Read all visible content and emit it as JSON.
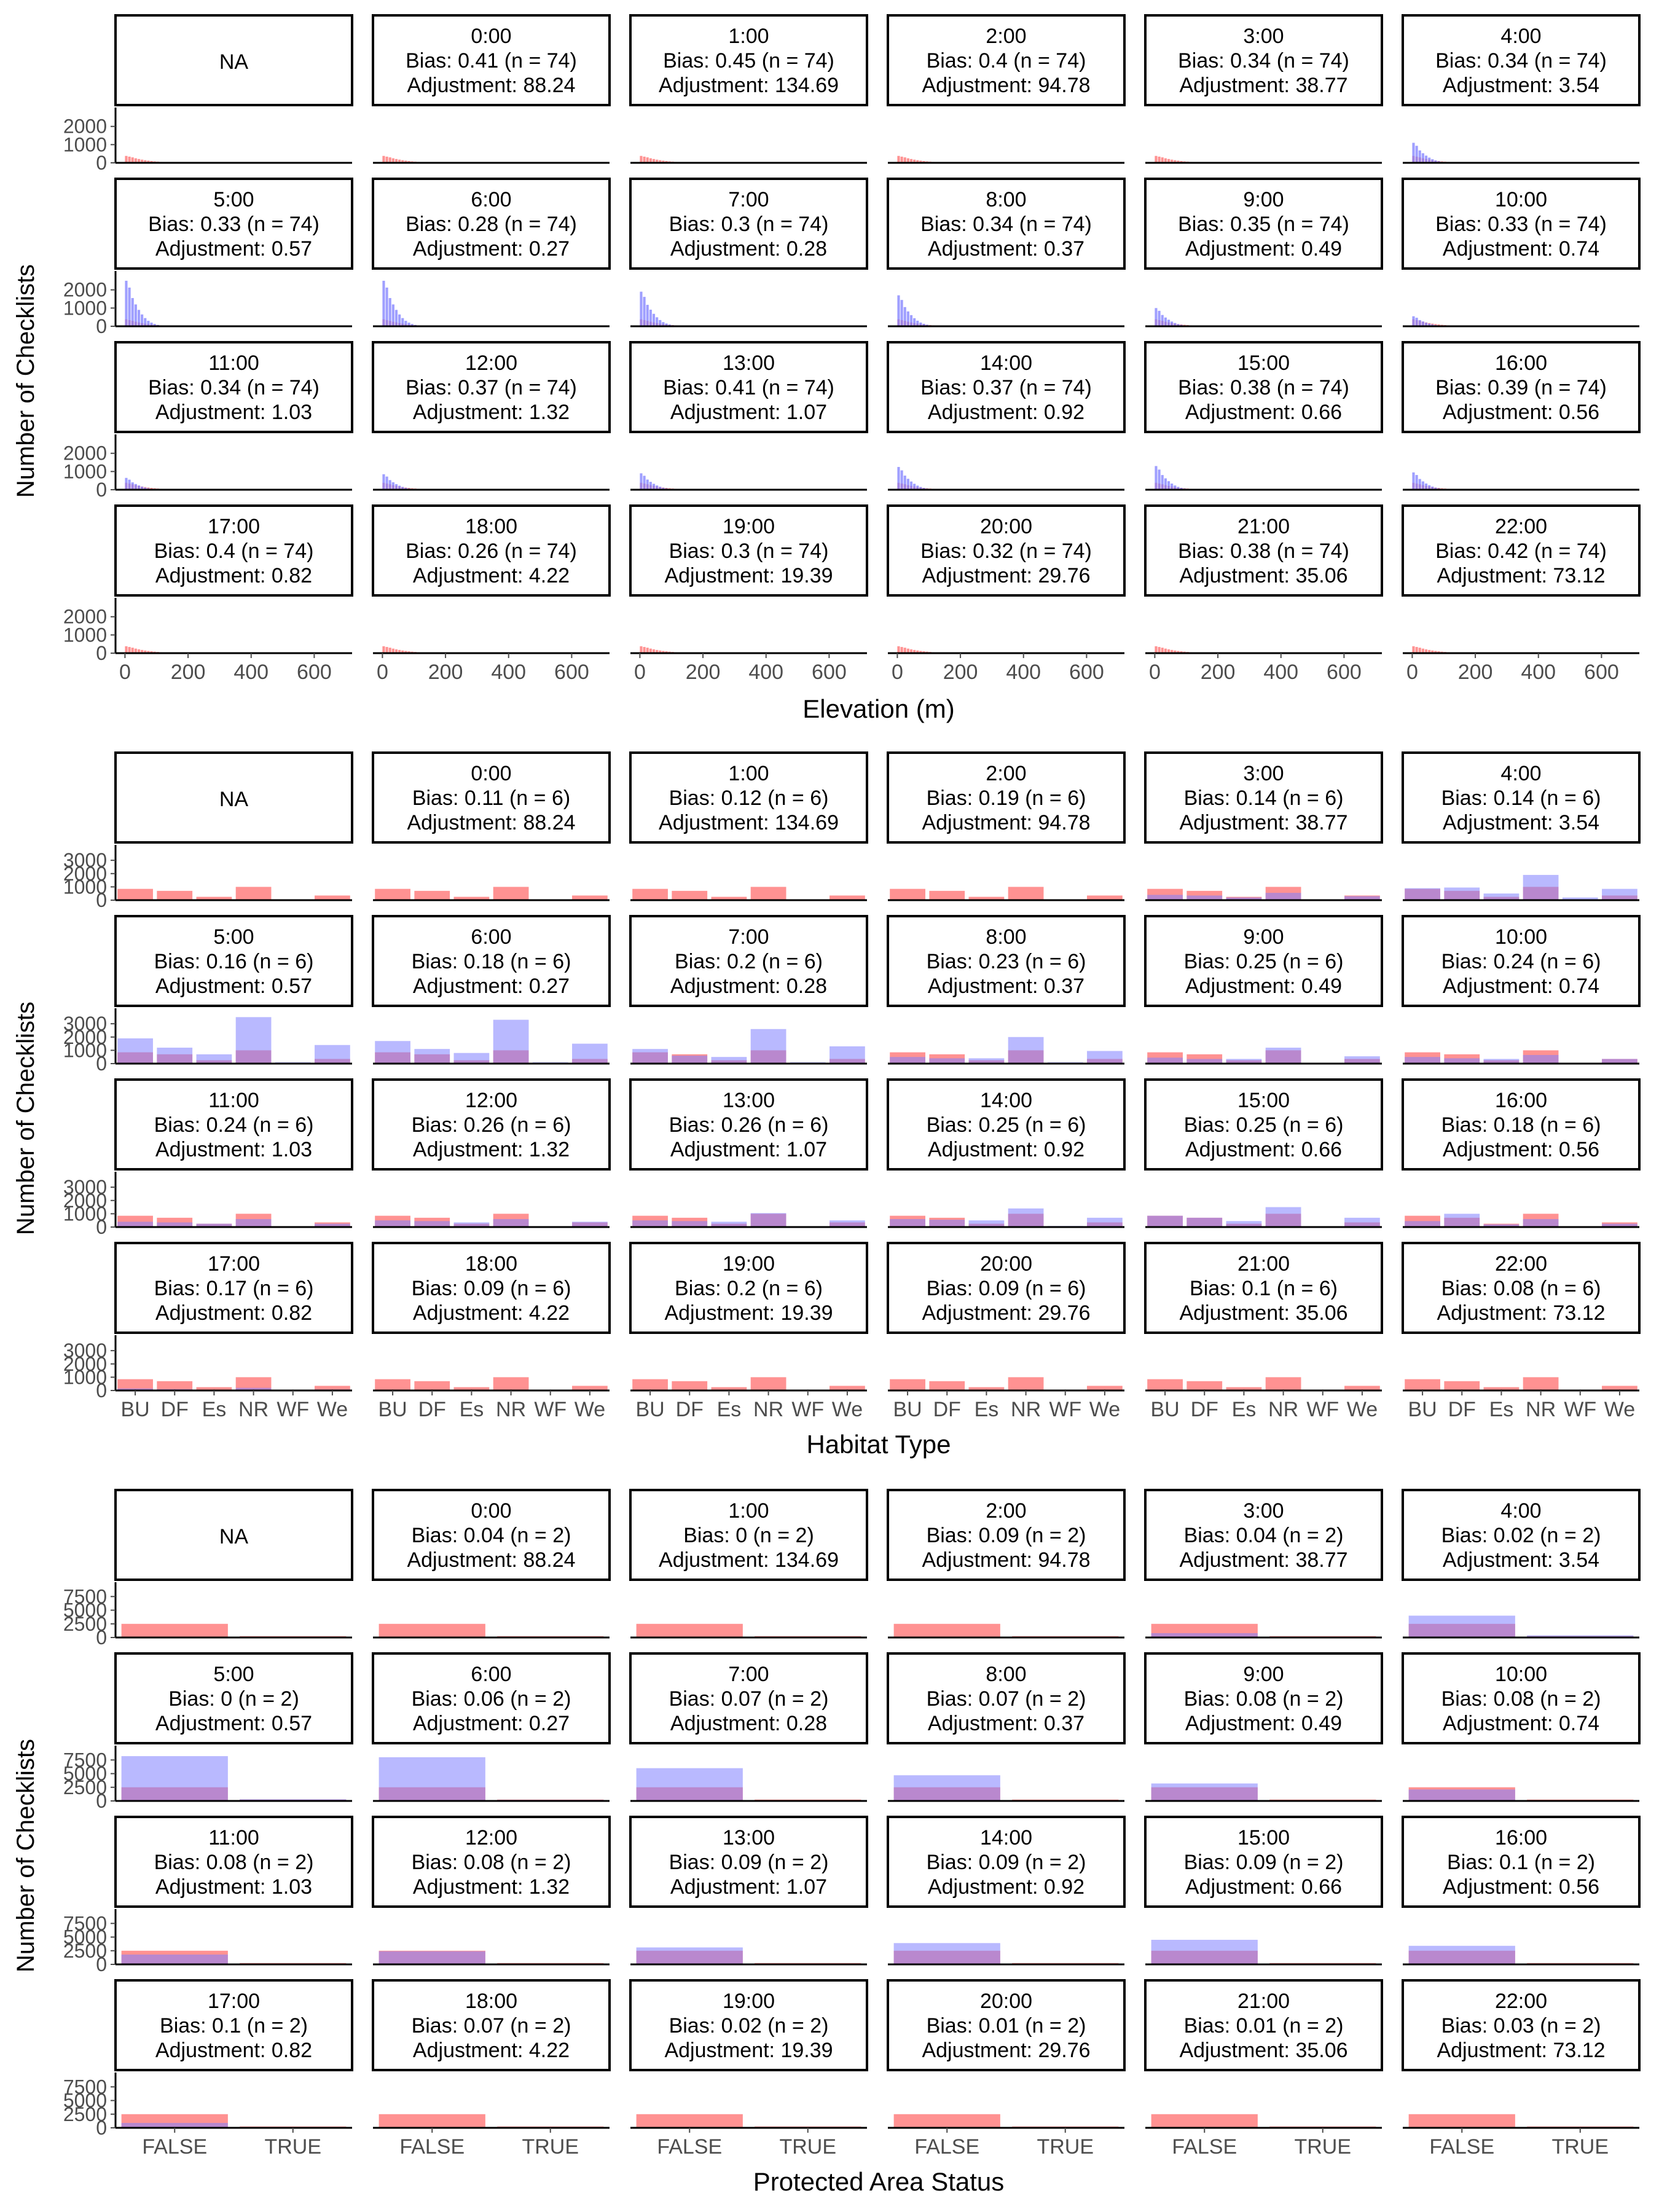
{
  "panel_titles": {
    "hours": [
      "NA",
      "0:00",
      "1:00",
      "2:00",
      "3:00",
      "4:00",
      "5:00",
      "6:00",
      "7:00",
      "8:00",
      "9:00",
      "10:00",
      "11:00",
      "12:00",
      "13:00",
      "14:00",
      "15:00",
      "16:00",
      "17:00",
      "18:00",
      "19:00",
      "20:00",
      "21:00",
      "22:00"
    ],
    "adjustments": [
      "",
      "Adjustment: 88.24",
      "Adjustment: 134.69",
      "Adjustment: 94.78",
      "Adjustment: 38.77",
      "Adjustment: 3.54",
      "Adjustment: 0.57",
      "Adjustment: 0.27",
      "Adjustment: 0.28",
      "Adjustment: 0.37",
      "Adjustment: 0.49",
      "Adjustment: 0.74",
      "Adjustment: 1.03",
      "Adjustment: 1.32",
      "Adjustment: 1.07",
      "Adjustment: 0.92",
      "Adjustment: 0.66",
      "Adjustment: 0.56",
      "Adjustment: 0.82",
      "Adjustment: 4.22",
      "Adjustment: 19.39",
      "Adjustment: 29.76",
      "Adjustment: 35.06",
      "Adjustment: 73.12"
    ]
  },
  "colors": {
    "reference": "#FF7F7F",
    "observed": "#7F7FFF",
    "frame": "#000000",
    "axis_text": "#4D4D4D",
    "title_text": "#000000"
  },
  "chart_data": [
    {
      "type": "bar",
      "subtype": "histogram",
      "xlabel": "Elevation (m)",
      "ylabel": "Number of Checklists",
      "ylim": [
        0,
        2700
      ],
      "yticks": [
        "0",
        "1000",
        "2000"
      ],
      "xticks": [
        "0",
        "200",
        "400",
        "600"
      ],
      "xlim": [
        -30,
        720
      ],
      "bias_labels": [
        "",
        "Bias: 0.41 (n = 74)",
        "Bias: 0.45 (n = 74)",
        "Bias: 0.4 (n = 74)",
        "Bias: 0.34 (n = 74)",
        "Bias: 0.34 (n = 74)",
        "Bias: 0.33 (n = 74)",
        "Bias: 0.28 (n = 74)",
        "Bias: 0.3 (n = 74)",
        "Bias: 0.34 (n = 74)",
        "Bias: 0.35 (n = 74)",
        "Bias: 0.33 (n = 74)",
        "Bias: 0.34 (n = 74)",
        "Bias: 0.37 (n = 74)",
        "Bias: 0.41 (n = 74)",
        "Bias: 0.37 (n = 74)",
        "Bias: 0.38 (n = 74)",
        "Bias: 0.39 (n = 74)",
        "Bias: 0.4 (n = 74)",
        "Bias: 0.26 (n = 74)",
        "Bias: 0.3 (n = 74)",
        "Bias: 0.32 (n = 74)",
        "Bias: 0.38 (n = 74)",
        "Bias: 0.42 (n = 74)"
      ],
      "bin_width": 10,
      "reference": [
        380,
        340,
        300,
        250,
        210,
        175,
        145,
        120,
        100,
        80,
        65,
        52,
        42,
        34,
        28,
        22,
        18,
        14,
        11,
        9,
        7,
        5,
        4,
        3,
        2,
        2,
        1,
        1
      ],
      "observed_peak": [
        0,
        0,
        0,
        0,
        0,
        1100,
        2500,
        2500,
        1900,
        1700,
        1000,
        550,
        650,
        850,
        900,
        1250,
        1300,
        950,
        0,
        0,
        0,
        0,
        0,
        0
      ]
    },
    {
      "type": "bar",
      "xlabel": "Habitat Type",
      "ylabel": "Number of Checklists",
      "ylim": [
        0,
        3700
      ],
      "yticks": [
        "0",
        "1000",
        "2000",
        "3000"
      ],
      "categories": [
        "BU",
        "DF",
        "Es",
        "NR",
        "WF",
        "We"
      ],
      "bias_labels": [
        "",
        "Bias: 0.11 (n = 6)",
        "Bias: 0.12 (n = 6)",
        "Bias: 0.19 (n = 6)",
        "Bias: 0.14 (n = 6)",
        "Bias: 0.14 (n = 6)",
        "Bias: 0.16 (n = 6)",
        "Bias: 0.18 (n = 6)",
        "Bias: 0.2 (n = 6)",
        "Bias: 0.23 (n = 6)",
        "Bias: 0.25 (n = 6)",
        "Bias: 0.24 (n = 6)",
        "Bias: 0.24 (n = 6)",
        "Bias: 0.26 (n = 6)",
        "Bias: 0.26 (n = 6)",
        "Bias: 0.25 (n = 6)",
        "Bias: 0.25 (n = 6)",
        "Bias: 0.18 (n = 6)",
        "Bias: 0.17 (n = 6)",
        "Bias: 0.09 (n = 6)",
        "Bias: 0.2 (n = 6)",
        "Bias: 0.09 (n = 6)",
        "Bias: 0.1 (n = 6)",
        "Bias: 0.08 (n = 6)"
      ],
      "reference": [
        850,
        700,
        250,
        1000,
        60,
        350
      ],
      "observed": [
        null,
        [
          0,
          0,
          0,
          0,
          0,
          0
        ],
        [
          0,
          0,
          0,
          0,
          0,
          0
        ],
        [
          0,
          0,
          0,
          0,
          0,
          0
        ],
        [
          400,
          350,
          200,
          550,
          50,
          300
        ],
        [
          900,
          950,
          500,
          1900,
          200,
          850
        ],
        [
          1900,
          1200,
          700,
          3500,
          100,
          1400
        ],
        [
          1700,
          1100,
          800,
          3300,
          100,
          1500
        ],
        [
          1100,
          600,
          500,
          2600,
          100,
          1300
        ],
        [
          500,
          400,
          400,
          2000,
          100,
          950
        ],
        [
          450,
          350,
          350,
          1200,
          60,
          550
        ],
        [
          500,
          400,
          350,
          650,
          50,
          350
        ],
        [
          400,
          350,
          250,
          600,
          30,
          250
        ],
        [
          500,
          450,
          350,
          600,
          40,
          400
        ],
        [
          500,
          450,
          400,
          1050,
          60,
          500
        ],
        [
          600,
          550,
          500,
          1400,
          80,
          700
        ],
        [
          850,
          700,
          450,
          1500,
          60,
          700
        ],
        [
          450,
          1000,
          200,
          600,
          30,
          250
        ],
        [
          150,
          100,
          50,
          200,
          10,
          80
        ],
        [
          0,
          0,
          0,
          0,
          0,
          0
        ],
        [
          0,
          0,
          0,
          0,
          0,
          0
        ],
        [
          0,
          0,
          0,
          0,
          0,
          0
        ],
        [
          0,
          0,
          0,
          0,
          0,
          0
        ],
        [
          0,
          0,
          0,
          0,
          0,
          0
        ]
      ]
    },
    {
      "type": "bar",
      "xlabel": "Protected Area Status",
      "ylabel": "Number of Checklists",
      "ylim": [
        0,
        9000
      ],
      "yticks": [
        "0",
        "2500",
        "5000",
        "7500"
      ],
      "categories": [
        "FALSE",
        "TRUE"
      ],
      "bias_labels": [
        "",
        "Bias: 0.04 (n = 2)",
        "Bias: 0 (n = 2)",
        "Bias: 0.09 (n = 2)",
        "Bias: 0.04 (n = 2)",
        "Bias: 0.02 (n = 2)",
        "Bias: 0 (n = 2)",
        "Bias: 0.06 (n = 2)",
        "Bias: 0.07 (n = 2)",
        "Bias: 0.07 (n = 2)",
        "Bias: 0.08 (n = 2)",
        "Bias: 0.08 (n = 2)",
        "Bias: 0.08 (n = 2)",
        "Bias: 0.08 (n = 2)",
        "Bias: 0.09 (n = 2)",
        "Bias: 0.09 (n = 2)",
        "Bias: 0.09 (n = 2)",
        "Bias: 0.1 (n = 2)",
        "Bias: 0.1 (n = 2)",
        "Bias: 0.07 (n = 2)",
        "Bias: 0.02 (n = 2)",
        "Bias: 0.01 (n = 2)",
        "Bias: 0.01 (n = 2)",
        "Bias: 0.03 (n = 2)"
      ],
      "reference": [
        2500,
        250
      ],
      "observed": [
        null,
        [
          0,
          0
        ],
        [
          0,
          0
        ],
        [
          0,
          0
        ],
        [
          800,
          100
        ],
        [
          4000,
          400
        ],
        [
          8200,
          300
        ],
        [
          8000,
          200
        ],
        [
          6000,
          150
        ],
        [
          4700,
          100
        ],
        [
          3200,
          100
        ],
        [
          2100,
          80
        ],
        [
          1800,
          80
        ],
        [
          2400,
          80
        ],
        [
          3100,
          100
        ],
        [
          3900,
          120
        ],
        [
          4500,
          150
        ],
        [
          3400,
          120
        ],
        [
          900,
          50
        ],
        [
          0,
          0
        ],
        [
          0,
          0
        ],
        [
          0,
          0
        ],
        [
          0,
          0
        ],
        [
          0,
          0
        ]
      ]
    }
  ]
}
